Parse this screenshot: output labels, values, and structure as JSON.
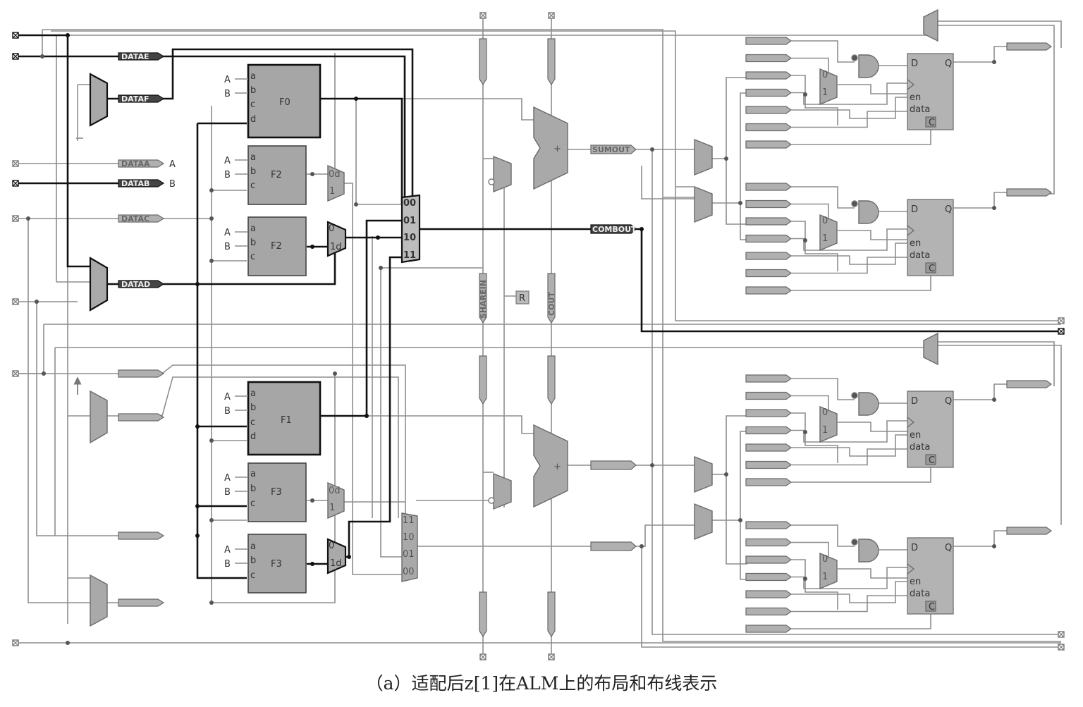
{
  "caption": "（a）适配后z[1]在ALM上的布局和布线表示",
  "luts": {
    "f0": "F0",
    "f2a": "F2",
    "f2b": "F2",
    "f1": "F1",
    "f3a": "F3",
    "f3b": "F3"
  },
  "lut_inputs": {
    "a": "a",
    "b": "b",
    "c": "c",
    "d": "d"
  },
  "side_labels": {
    "A": "A",
    "B": "B"
  },
  "pins": {
    "datae": "DATAE",
    "dataf": "DATAF",
    "dataa": "DATAA",
    "datab": "DATAB",
    "datac": "DATAC",
    "datad": "DATAD"
  },
  "signals": {
    "sumout": "SUMOUT",
    "combout": "COMBOUT",
    "sharein": "SHAREIN",
    "cout": "COUT",
    "r": "R",
    "plus": "+"
  },
  "mux_labels": {
    "sel00": "00",
    "sel01": "01",
    "sel10": "10",
    "sel11": "11",
    "zero": "0",
    "one": "1",
    "one_d": "1d",
    "zero_d": "0d"
  },
  "flipflop": {
    "d": "D",
    "q": "Q",
    "en": "en",
    "data": "data",
    "clr": "C"
  },
  "colors": {
    "active_wire": "#111111",
    "inactive_wire": "#8e8e8e",
    "block_fill": "#a6a6a6"
  }
}
